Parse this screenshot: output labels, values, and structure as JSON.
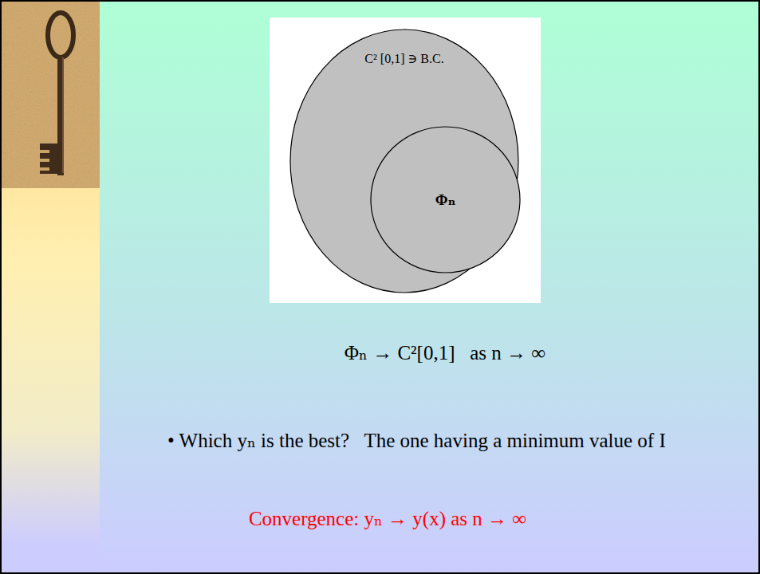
{
  "diagram": {
    "nodes": [
      {
        "text": [
          "C² [0,1] ∋ B.C."
        ]
      },
      {
        "text": [
          "Φₙ"
        ],
        "in": 0
      }
    ],
    "labels": [
      "Φₙ → C²[0,1]   as n → ∞",
      "• Which yₙ is the best?   The one having a minimum value of I",
      "Convergence: yₙ → y(x) as n → ∞"
    ]
  }
}
